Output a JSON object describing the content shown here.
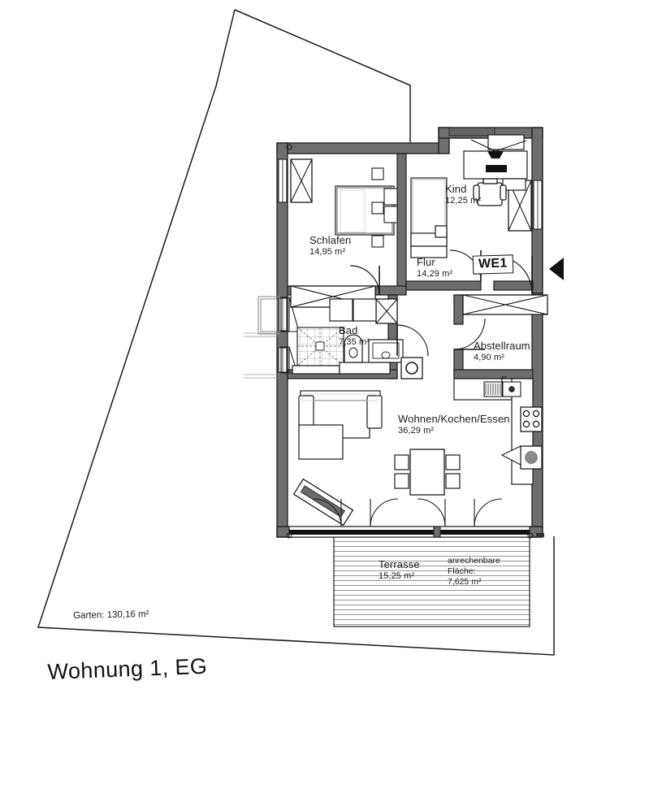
{
  "sheet": {
    "title": "Wohnung 1, EG",
    "unit_badge": "WE1"
  },
  "rooms": [
    {
      "key": "schlafen",
      "name": "Schlafen",
      "area": "14,95 m²"
    },
    {
      "key": "kind",
      "name": "Kind",
      "area": "12,25 m²"
    },
    {
      "key": "flur",
      "name": "Flur",
      "area": "14,29 m²"
    },
    {
      "key": "bad",
      "name": "Bad",
      "area": "7,35 m²"
    },
    {
      "key": "abstell",
      "name": "Abstellraum",
      "area": "4,90 m²"
    },
    {
      "key": "wohnen",
      "name": "Wohnen/Kochen/Essen",
      "area": "36,29 m²"
    },
    {
      "key": "terrasse",
      "name": "Terrasse",
      "area": "15,25 m²"
    }
  ],
  "terrace_note": {
    "line1": "anrechenbare",
    "line2": "Fläche:",
    "line3": "7,625 m²"
  },
  "garden": {
    "label": "Garten: 130,16 m²"
  },
  "colors": {
    "wall_fill": "#6e6e6e",
    "wall_stroke": "#1a1a1a",
    "furniture_stroke": "#1a1a1a",
    "text": "#1d1d1d",
    "boundary": "#1a1a1a",
    "terrace_hatch": "#7a7a7a",
    "appliance_gray": "#8a8a8a"
  }
}
